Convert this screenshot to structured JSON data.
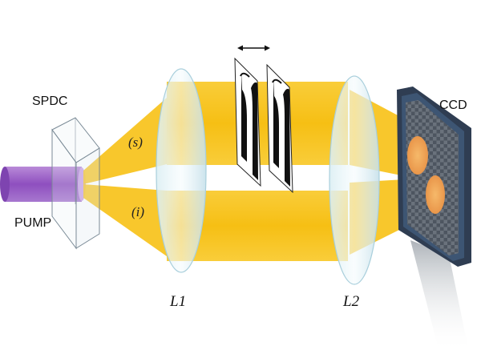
{
  "labels": {
    "crystal": "SPDC",
    "pump": "PUMP",
    "signal": "(s)",
    "idler": "(i)",
    "lens1": "L1",
    "lens2": "L2",
    "detector": "CCD"
  },
  "colors": {
    "beam": "#f8c21a",
    "pump": "#9b59c6",
    "lens": "#cfe6ee",
    "ccd_frame": "#3b4f6a",
    "spot": "#f2a85a"
  },
  "icons": {
    "translation_arrow": "double-headed-arrow",
    "masks": "slit-mask"
  }
}
